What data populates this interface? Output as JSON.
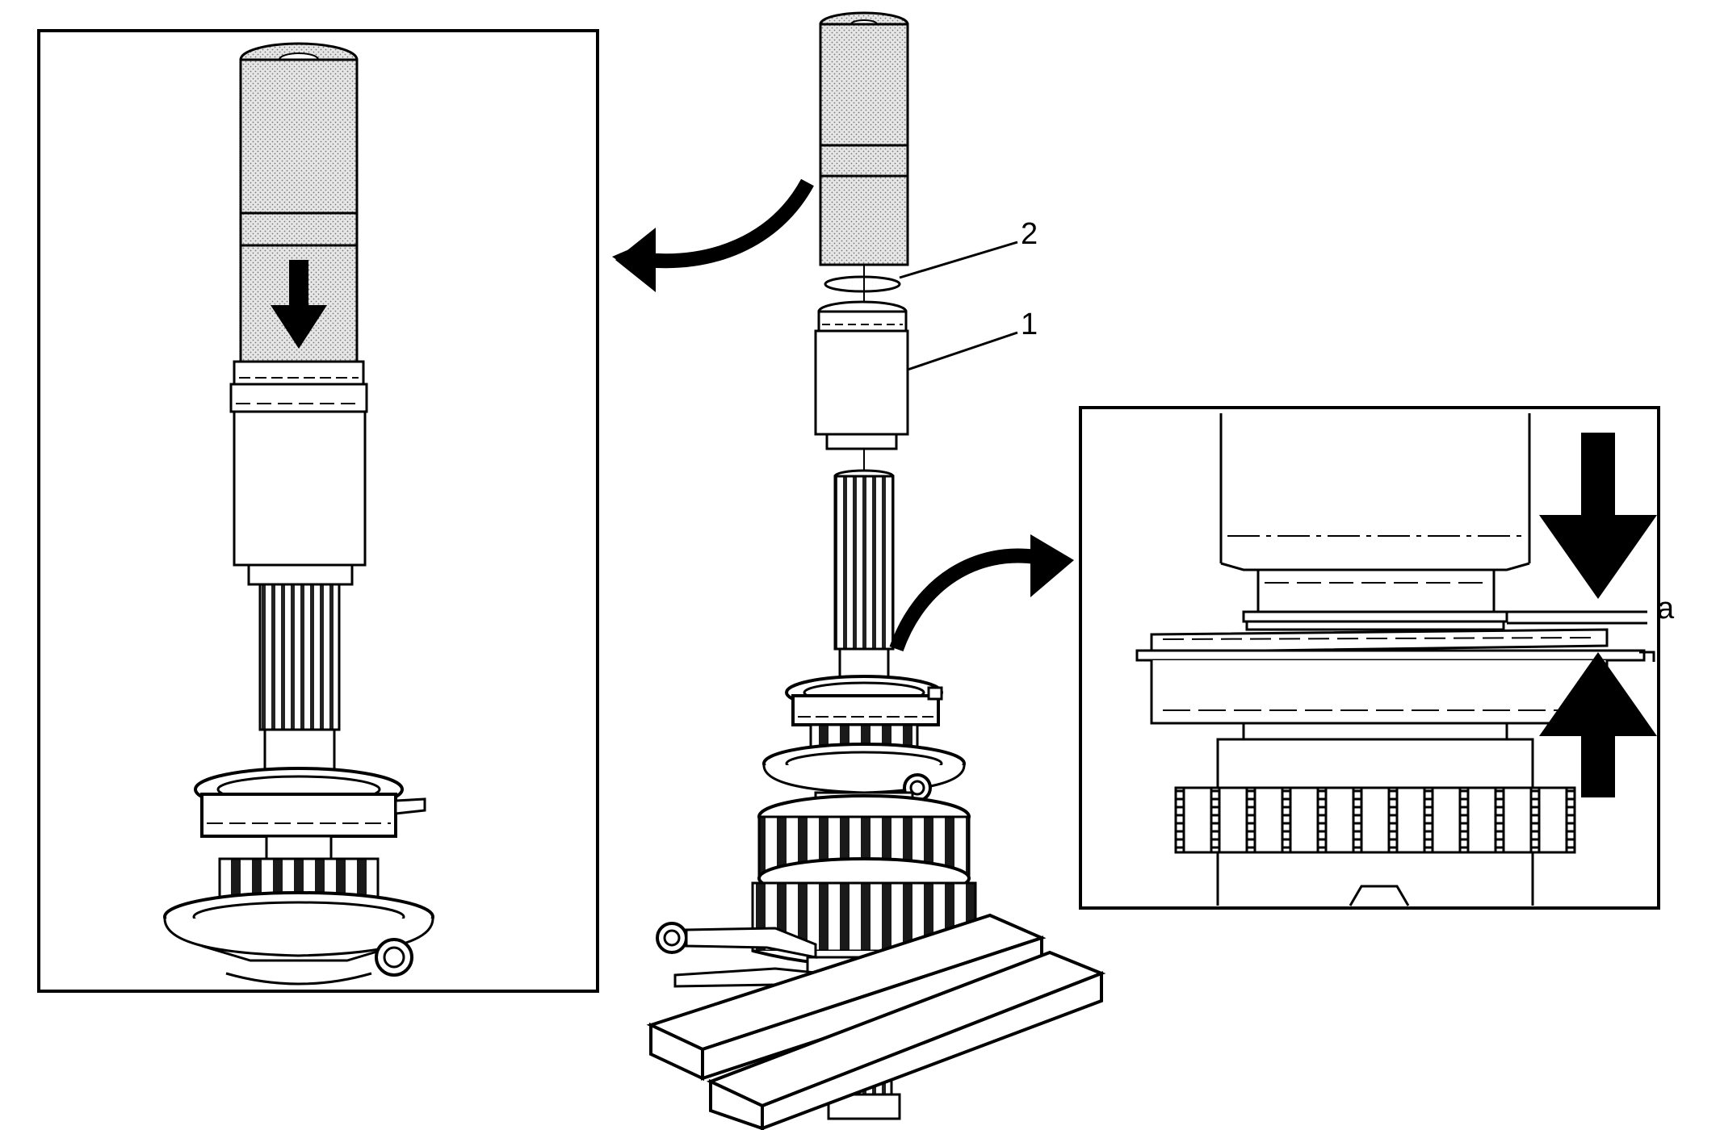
{
  "callouts": {
    "one": "1",
    "two": "2",
    "gap": "a"
  },
  "colors": {
    "ink": "#000000",
    "paper": "#ffffff",
    "tool_fill": "#d9d9d9"
  }
}
